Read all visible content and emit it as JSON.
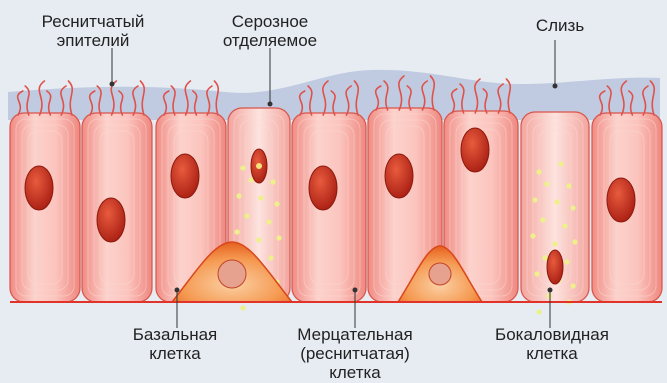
{
  "labels": {
    "ciliated_epithelium": "Реснитчатый\nэпителий",
    "serous_secretion": "Серозное\nотделяемое",
    "mucus": "Слизь",
    "basal_cell": "Базальная\nклетка",
    "ciliated_cell": "Мерцательная\n(реснитчатая)\nклетка",
    "goblet_cell": "Бокаловидная\nклетка"
  },
  "colors": {
    "background": "#e6ecf2",
    "mucus": "#b9c6de",
    "cell_fill": "#f8b7b0",
    "cell_edge": "#d9544a",
    "nucleus": "#c8301f",
    "basal_cell": "#f07a2c",
    "goblet_granules": "#eef08a",
    "cilia": "#e0514a",
    "base_line": "#e0342a",
    "leader_line": "#333333"
  }
}
